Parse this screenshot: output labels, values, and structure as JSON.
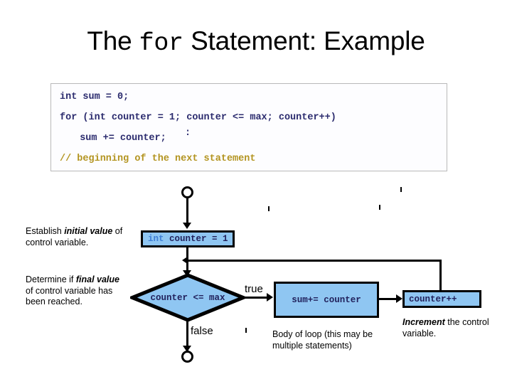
{
  "slide": {
    "title_parts": {
      "before": "The ",
      "mono": "for",
      "after": " Statement: Example"
    },
    "title_plain": "The for Statement: Example"
  },
  "code_block": {
    "lines": [
      {
        "id": "line-1",
        "text": "int sum = 0;",
        "kind": "code"
      },
      {
        "id": "line-2",
        "text": "for (int counter = 1; counter <= max; counter++)",
        "kind": "code"
      },
      {
        "id": "line-3",
        "text": "  sum += counter;",
        "kind": "code"
      },
      {
        "id": "ellipsis",
        "text": ":",
        "kind": "ellipsis"
      },
      {
        "id": "line-4",
        "text": "// beginning of the next statement",
        "kind": "comment"
      }
    ],
    "line1": "int sum = 0;",
    "line2": "for (int counter = 1; counter <= max; counter++)",
    "line3": "  sum += counter;",
    "ellipsis": ":",
    "comment": "// beginning of the next statement"
  },
  "flowchart": {
    "start_terminal": "start-circle",
    "end_terminal": "end-circle",
    "nodes": {
      "init": {
        "prefix": "int",
        "rest": " counter = 1",
        "full": "int counter = 1"
      },
      "condition": "counter <= max",
      "body": "sum+= counter",
      "increment": "counter++"
    },
    "edge_labels": {
      "true": "true",
      "false": "false"
    },
    "annotations": {
      "initial": {
        "pre": "Establish ",
        "emph": "initial value",
        "post": " of control variable."
      },
      "final": {
        "pre": "Determine if ",
        "emph": "final value",
        "post": " of control variable has been reached."
      },
      "body": {
        "pre": "Body of loop (this may be multiple statements)",
        "emph": "",
        "post": ""
      },
      "increment": {
        "pre": "",
        "emph": "Increment",
        "post": " the control variable."
      }
    }
  },
  "colors": {
    "node_fill": "#8fc6f2",
    "node_stroke": "#000000",
    "code_text": "#2b2b6e",
    "code_keyword": "#3a3a95",
    "code_comment": "#b39420",
    "node_keyword": "#3f7fd6",
    "background": "#ffffff",
    "code_panel_bg": "#fdfdff",
    "code_panel_border": "#b9b9b9"
  }
}
